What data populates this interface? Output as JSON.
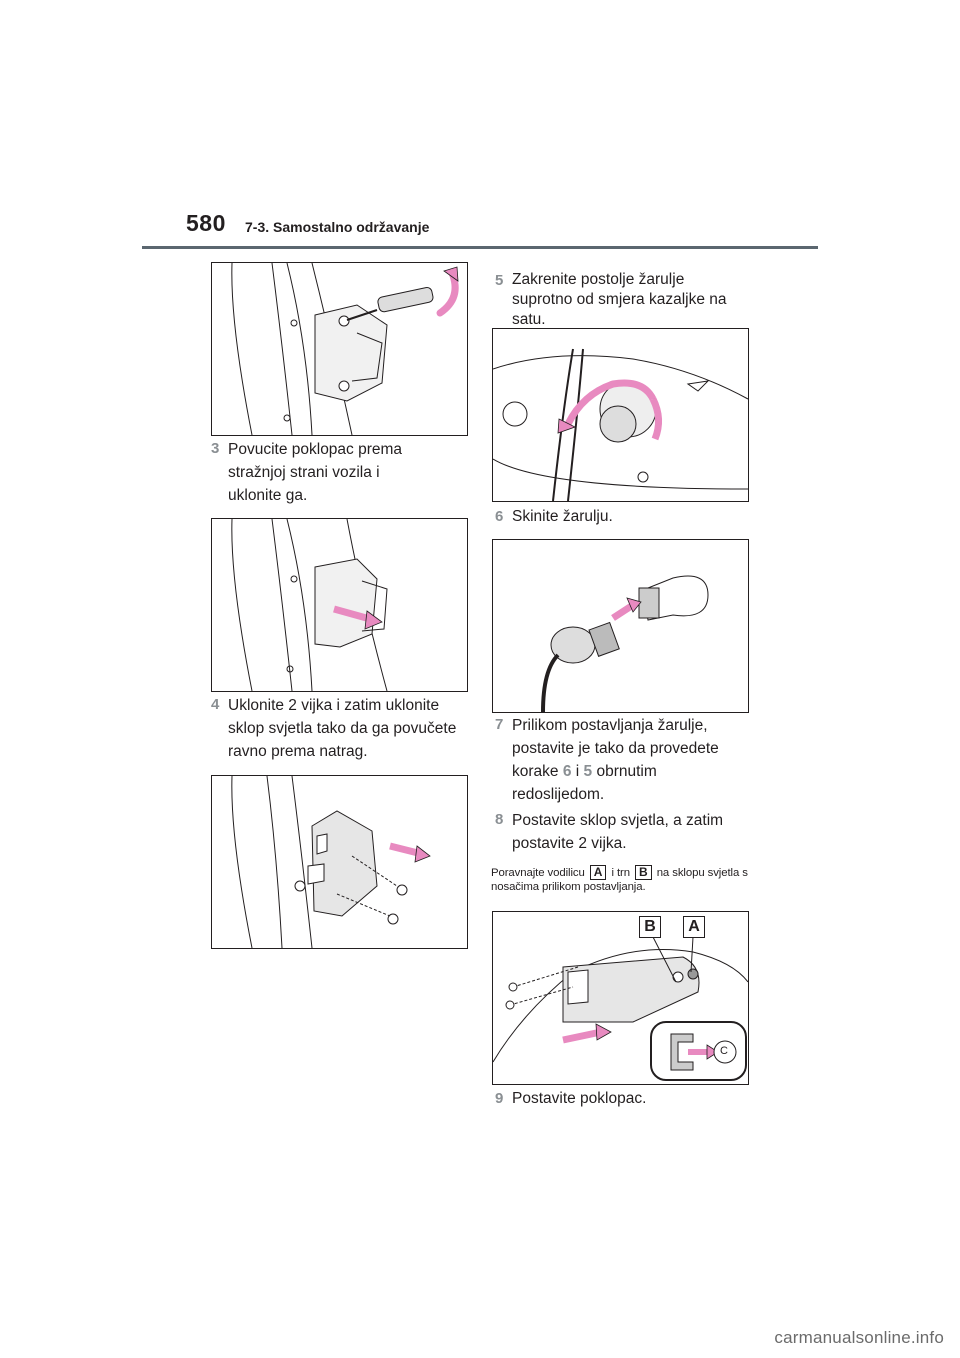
{
  "header": {
    "page_number": "580",
    "section": "7-3. Samostalno održavanje"
  },
  "steps": [
    {
      "num": "3",
      "text": "Povucite poklopac prema stražnjoj strani vozila i uklonite ga."
    },
    {
      "num": "4",
      "text": "Uklonite 2 vijka i zatim uklonite sklop svjetla tako da ga povučete ravno prema natrag."
    },
    {
      "num": "5",
      "text": "Zakrenite postolje žarulje suprotno od smjera kazaljke na satu."
    },
    {
      "num": "6",
      "text": "Skinite žarulju."
    },
    {
      "num": "7",
      "text_before": "Prilikom postavljanja žarulje, postavite je tako da provedete korake",
      "ref1": "6",
      "conj": "i",
      "ref2": "5",
      "text_after": "obrnutim redoslijedom."
    },
    {
      "num": "8",
      "text": "Postavite sklop svjetla, a zatim postavite 2 vijka."
    },
    {
      "num": "9",
      "text": "Postavite poklopac."
    }
  ],
  "note": {
    "before": "Poravnajte vodilicu",
    "label_a": "A",
    "mid": "i trn",
    "label_b": "B",
    "after": "na sklopu svjetla s nosačima prilikom postavljanja."
  },
  "figure_labels": {
    "b": "B",
    "a": "A",
    "c": "C"
  },
  "colors": {
    "accent_pink": "#e88ac0",
    "rule": "#5b6770",
    "step_num": "#8a8f93"
  },
  "watermark": "carmanualsonline.info"
}
